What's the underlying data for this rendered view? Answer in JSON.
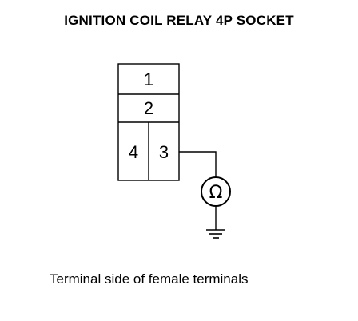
{
  "title": "IGNITION COIL RELAY 4P SOCKET",
  "caption": "Terminal side of female terminals",
  "connector": {
    "pins": [
      "1",
      "2",
      "4",
      "3"
    ]
  },
  "meter": {
    "symbol": "Ω",
    "icon": "ohmmeter-icon"
  },
  "ground": {
    "icon": "ground-icon"
  },
  "colors": {
    "line": "#000000",
    "background": "#ffffff"
  }
}
